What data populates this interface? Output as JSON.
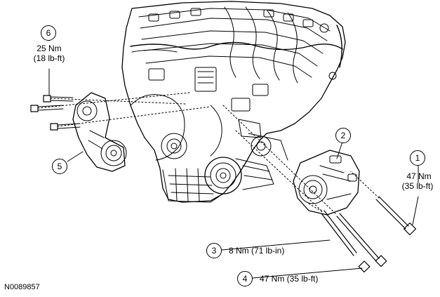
{
  "figure_id": "N0089857",
  "callouts": [
    {
      "number": "1",
      "torque_nm": "47 Nm",
      "torque_imperial": "(35 lb-ft)"
    },
    {
      "number": "2"
    },
    {
      "number": "3",
      "torque": "8 Nm (71 lb-in)"
    },
    {
      "number": "4",
      "torque": "47 Nm (35 lb-ft)"
    },
    {
      "number": "5"
    },
    {
      "number": "6",
      "torque_nm": "25 Nm",
      "torque_imperial": "(18 lb-ft)"
    }
  ]
}
